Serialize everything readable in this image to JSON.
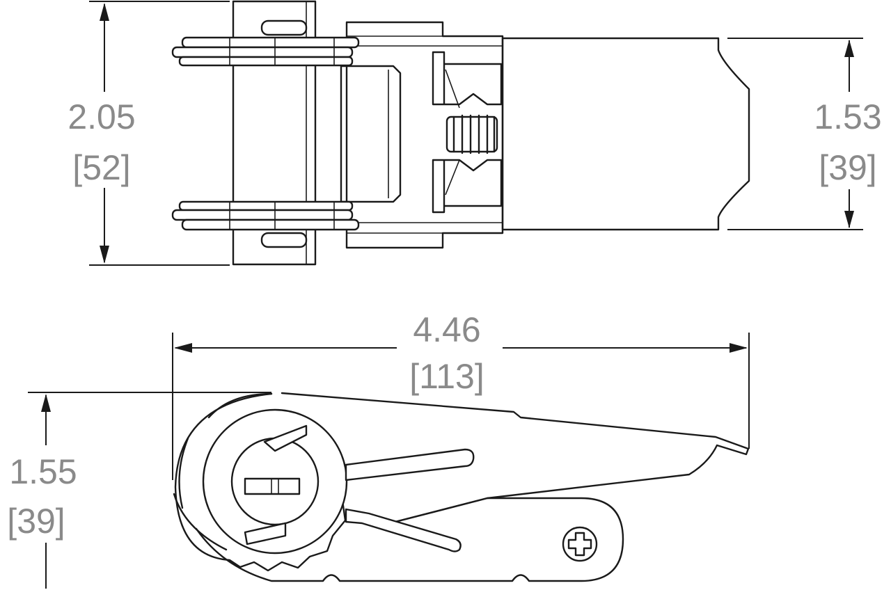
{
  "top_view": {
    "overall_height": {
      "inches": "2.05",
      "mm": "[52]"
    },
    "strap_width": {
      "inches": "1.53",
      "mm": "[39]"
    }
  },
  "side_view": {
    "overall_length": {
      "inches": "4.46",
      "mm": "[113]"
    },
    "overall_height": {
      "inches": "1.55",
      "mm": "[39]"
    }
  }
}
